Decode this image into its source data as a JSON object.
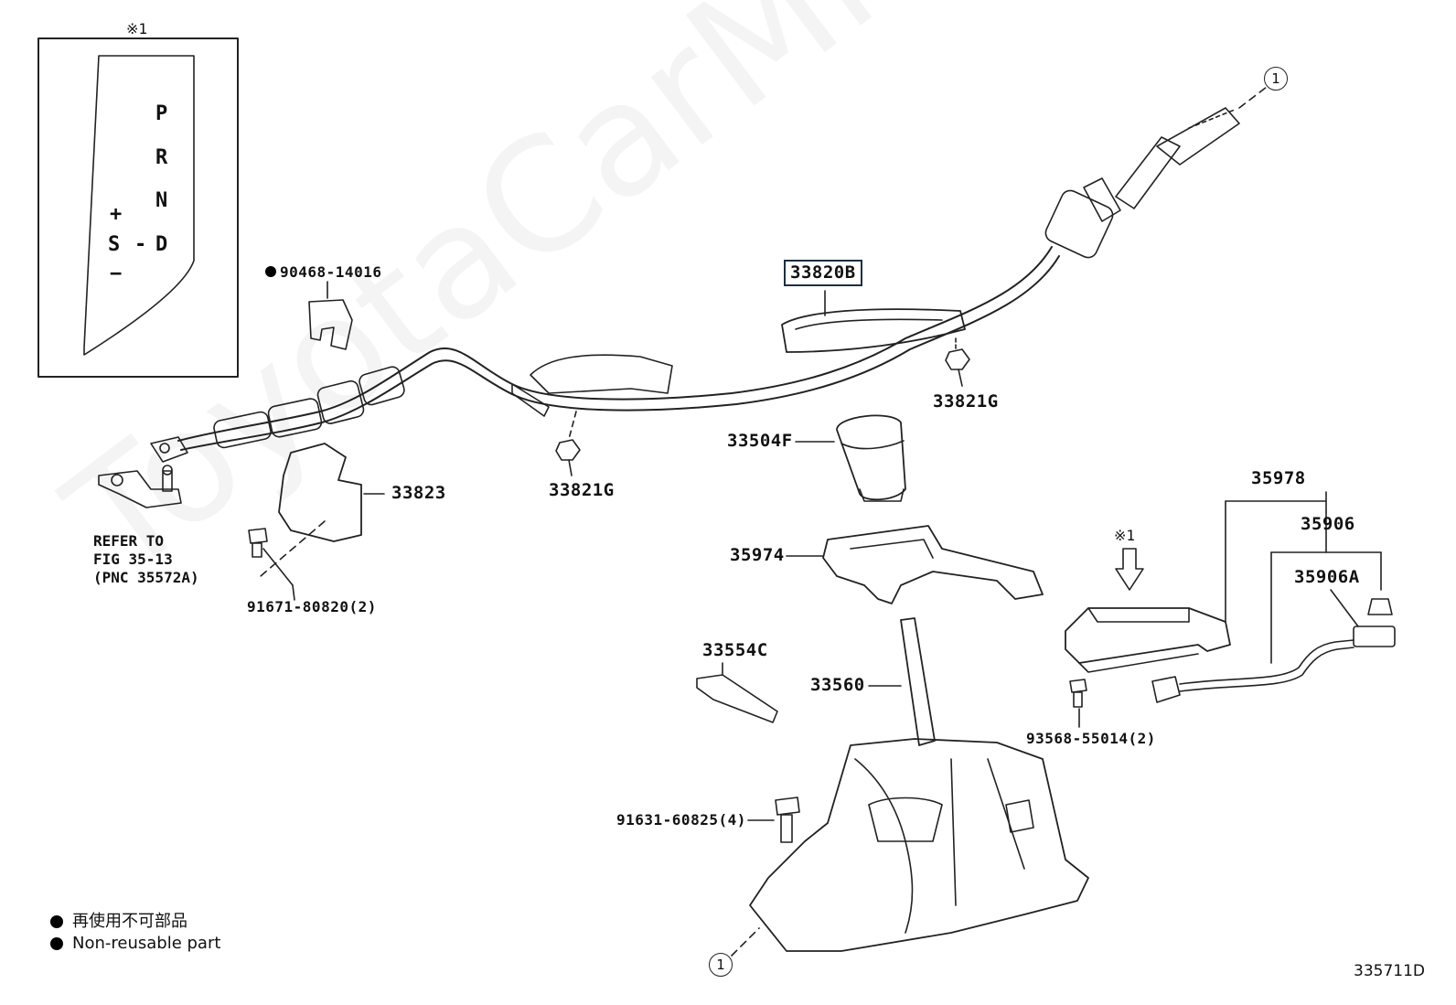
{
  "watermark": "ToyotaCarMine.ru",
  "inset": {
    "note_mark": "※1",
    "gate_letters": {
      "p": "P",
      "r": "R",
      "n": "N",
      "d": "D",
      "s": "S",
      "plus": "+",
      "minus": "−",
      "dash": "-"
    }
  },
  "parts": {
    "p90468": "90468-14016",
    "p33820b": "33820B",
    "p33821g_top": "33821G",
    "p33821g_mid": "33821G",
    "p33504f": "33504F",
    "p33823": "33823",
    "p35974": "35974",
    "p91671": "91671-80820(2)",
    "p35978": "35978",
    "p35906": "35906",
    "p35906a": "35906A",
    "p33554c": "33554C",
    "p33560": "33560",
    "p93568": "93568-55014(2)",
    "p91631": "91631-60825(4)"
  },
  "refer_note": "REFER TO\nFIG 35-13\n(PNC 35572A)",
  "note_mark_mid": "※1",
  "circle_ref_label": "1",
  "legend": {
    "line1": "再使用不可部品",
    "line2": "Non-reusable part"
  },
  "figure_id": "335711D"
}
